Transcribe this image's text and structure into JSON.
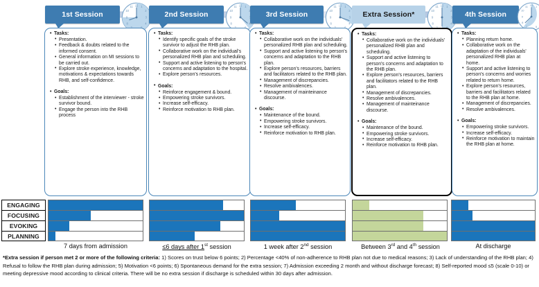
{
  "figure": {
    "title_hidden": "Motivational interviewing session flow for stroke rehabilitation"
  },
  "columns": [
    {
      "id": "session-1",
      "header": "1st Session",
      "is_extra": false,
      "clock": "clock-icon-1st-session",
      "clock_label": "clock-icon",
      "groups": [
        {
          "heading": "Tasks:",
          "items": [
            "Presentation.",
            "Feedback & doubts related to the informed consent.",
            "General information on MI sessions to be carried out.",
            "Explore stroke experience, knowledge, motivations & expectations towards RHB, and self-confidence."
          ]
        },
        {
          "heading": "Goals:",
          "items": [
            "Establishment of the interviewer - stroke survivor bound.",
            "Engage the person into the RHB process"
          ]
        }
      ]
    },
    {
      "id": "session-2",
      "header": "2nd Session",
      "is_extra": false,
      "clock": "clock-icon-2nd-session",
      "clock_label": "clock-icon",
      "groups": [
        {
          "heading": "Tasks:",
          "items": [
            "Identify specific goals of the stroke survivor to adjust the RHB plan.",
            "Collaborative work on the individual's personalized RHB plan and scheduling.",
            "Support and active listening to person's concerns and adaptation to the hospital.",
            "Explore person's resources."
          ]
        },
        {
          "heading": "Goals:",
          "items": [
            "Reinforce engagement & bound.",
            "Empowering stroke survivors.",
            "Increase self-efficacy.",
            "Reinforce motivation to RHB plan."
          ]
        }
      ]
    },
    {
      "id": "session-3",
      "header": "3rd Session",
      "is_extra": false,
      "clock": "clock-icon-3rd-session",
      "clock_label": "clock-icon",
      "groups": [
        {
          "heading": "Tasks:",
          "items": [
            "Collaborative work on the individuals' personalized RHB plan and scheduling.",
            "Support and active listening to person's concerns and adaptation to the RHB plan.",
            "Explore person's resources, barriers and facilitators related to the RHB plan.",
            "Management of discrepancies.",
            "Resolve ambivalences.",
            "Management of mainteinance discourse."
          ]
        },
        {
          "heading": "Goals:",
          "items": [
            "Maintenance of the bound.",
            "Empowering stroke survivors.",
            "Increase self-efficacy.",
            "Reinforce motivation to RHB plan."
          ]
        }
      ]
    },
    {
      "id": "session-extra",
      "header": "Extra Session*",
      "is_extra": true,
      "clock": "clock-icon-extra-session",
      "clock_label": "clock-icon",
      "groups": [
        {
          "heading": "Tasks:",
          "items": [
            "Collaborative work on the individuals' personalized RHB plan and scheduling.",
            "Support and active listening to person's concerns and adaptation to the RHB plan.",
            "Explore person's resources, barriers and facilitators related to the RHB plan.",
            "Management of discrepancies.",
            "Resolve ambivalences.",
            "Management of mainteinance discourse."
          ]
        },
        {
          "heading": "Goals:",
          "items": [
            "Maintenance of the bound.",
            "Empowering stroke survivors.",
            "Increase self-efficacy.",
            "Reinforce motivation to RHB plan."
          ]
        }
      ]
    },
    {
      "id": "session-4",
      "header": "4th Session",
      "is_extra": false,
      "clock": "clock-icon-4th-session",
      "clock_label": "clock-icon",
      "groups": [
        {
          "heading": "Tasks:",
          "items": [
            "Planning return home.",
            "Collaborative work on the adaptation of the individuals' personalized RHB plan at home.",
            "Support and active listening to person's concerns and worries related to return home.",
            "Explore person's resources, barriers and facilitators related to the RHB plan at home.",
            "Management of discrepancies.",
            "Resolve ambivalences."
          ]
        },
        {
          "heading": "Goals:",
          "items": [
            "Empowering stroke survivors.",
            "Increase self-efficacy.",
            "Reinforce motivation to maintain the RHB plan at home."
          ]
        }
      ]
    }
  ],
  "chart_data": {
    "type": "bar",
    "title": "",
    "xlabel": "",
    "ylabel": "",
    "orientation": "horizontal",
    "xlim": [
      0,
      100
    ],
    "grid": false,
    "legend": "none",
    "categories": [
      "ENGAGING",
      "FOCUSING",
      "EVOKING",
      "PLANNING"
    ],
    "colors": {
      "blue": "#1b75bb",
      "olive": "#c4d69b"
    },
    "series": [
      {
        "name": "7 days from admission",
        "caption": "7 days from admission",
        "caption_prefix": "",
        "caption_sup": "",
        "caption_suffix": "",
        "color": "blue",
        "values": [
          100,
          45,
          22,
          7
        ]
      },
      {
        "name": "≤6 days after 1st session",
        "caption": "",
        "caption_prefix": "≤6 days after 1",
        "caption_sup": "st",
        "caption_suffix": " session",
        "color": "blue",
        "values": [
          78,
          100,
          75,
          48
        ]
      },
      {
        "name": "1 week after 2nd session",
        "caption": "",
        "caption_prefix": "1 week after 2",
        "caption_sup": "nd",
        "caption_suffix": " session",
        "color": "blue",
        "values": [
          48,
          30,
          100,
          100
        ]
      },
      {
        "name": "Between 3rd and 4th session",
        "caption": "",
        "caption_prefix": "Between 3",
        "caption_sup": "rd",
        "caption_mid": " and 4",
        "caption_sup2": "th",
        "caption_suffix": " session",
        "color": "olive",
        "values": [
          18,
          75,
          75,
          100
        ]
      },
      {
        "name": "At discharge",
        "caption": "At discharge",
        "caption_prefix": "",
        "caption_sup": "",
        "caption_suffix": "",
        "color": "blue",
        "values": [
          20,
          25,
          100,
          100
        ]
      }
    ]
  },
  "footnote": {
    "bold_lead": "*Extra session if person met 2 or more of the following criteria:",
    "body": " 1) Scores on trust below 6 points; 2) Percentage <40% of non-adherence to RHB plan not due to medical reasons; 3) Lack of understanding of the RHB plan; 4) Refusal to follow the RHB plan during admission; 5) Motivation <6 points; 6) Spontaneous demand for the extra session; 7) Admission exceeding 2 month and without discharge forecast; 8) Self-reported mood ≤5 (scale 0-10) or meeting depressive mood according to clinical criteria. There will be no extra session if discharge is scheduled within 30 days after admission."
  }
}
